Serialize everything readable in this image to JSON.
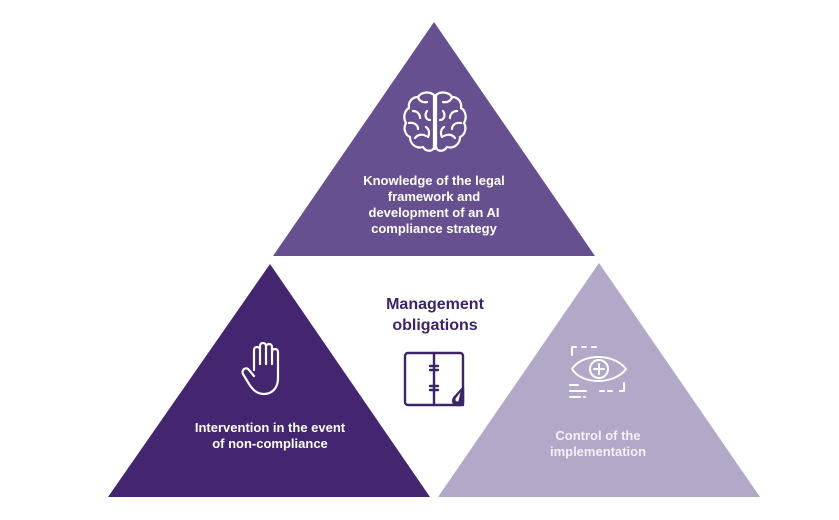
{
  "diagram": {
    "center": {
      "title_lines": [
        "Management",
        "obligations"
      ],
      "icon": "binder-notebook-icon"
    },
    "triangles": [
      {
        "id": "top",
        "label_lines": [
          "Knowledge of the legal",
          "framework and",
          "development of an AI",
          "compliance strategy"
        ],
        "icon": "brain-icon",
        "color": "#66508f"
      },
      {
        "id": "left",
        "label_lines": [
          "Intervention in the event",
          "of non-compliance"
        ],
        "icon": "hand-stop-icon",
        "color": "#432570"
      },
      {
        "id": "right",
        "label_lines": [
          "Control of the",
          "implementation"
        ],
        "icon": "eye-inspect-icon",
        "color": "#b2a8c8"
      }
    ],
    "colors": {
      "center_text": "#3b2468",
      "icon_stroke_light": "#ffffff",
      "icon_stroke_dark": "#3b2468"
    }
  }
}
